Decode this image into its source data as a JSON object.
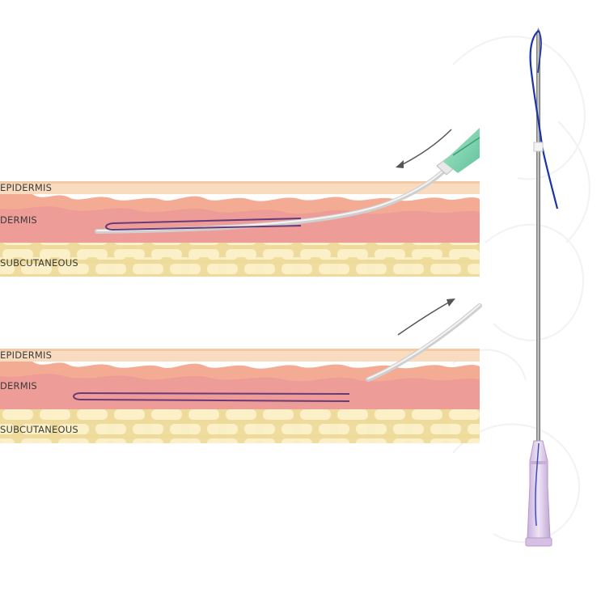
{
  "panels": [
    {
      "id": "insertion",
      "labels": {
        "epidermis": "EPIDERMIS",
        "dermis": "DERMIS",
        "subcutaneous": "SUBCUTANEOUS"
      },
      "arrow": "arrow-left-icon"
    },
    {
      "id": "withdrawal",
      "labels": {
        "epidermis": "EPIDERMIS",
        "dermis": "DERMIS",
        "subcutaneous": "SUBCUTANEOUS"
      },
      "arrow": "arrow-right-icon"
    }
  ],
  "colors": {
    "epidermis": "#f8d7b8",
    "dermis": "#f2a58f",
    "dermis_dark": "#e8808a",
    "subcutaneous": "#f3e2a6",
    "fat_cell": "#fbf0c6",
    "thread": "#6a3a78",
    "needle_hub": "#8fd6b4",
    "cannula_hub": "#d8c2e6",
    "pdo_thread": "#1a33a8"
  }
}
